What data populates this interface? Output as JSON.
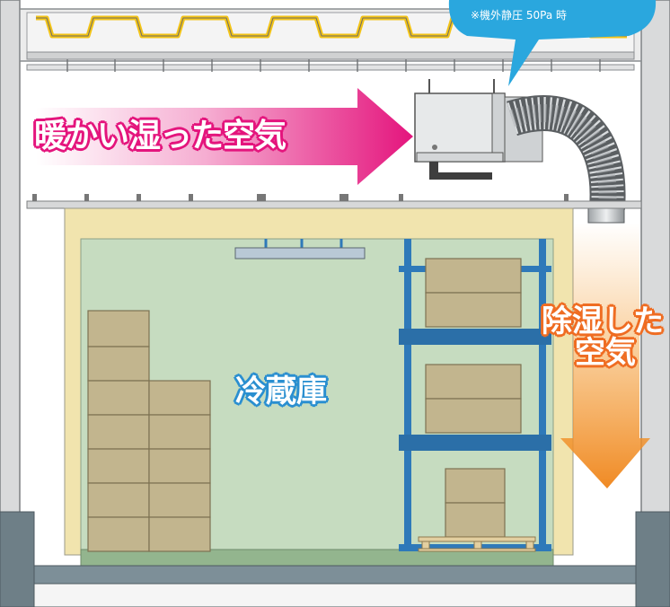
{
  "labels": {
    "warm_air": "暖かい湿った空気",
    "cold_room": "冷蔵庫",
    "dry_air_line1": "除湿した",
    "dry_air_line2": "空気",
    "note": "※機外静圧 50Pa 時"
  },
  "colors": {
    "warm_arrow": "#e4157d",
    "dry_arrow": "#f08a24",
    "room_wall": "#c6dcc0",
    "frame": "#f1e4ae",
    "shelf": "#2e79b9",
    "box": "#c2b58e",
    "callout": "#2aa7de"
  }
}
